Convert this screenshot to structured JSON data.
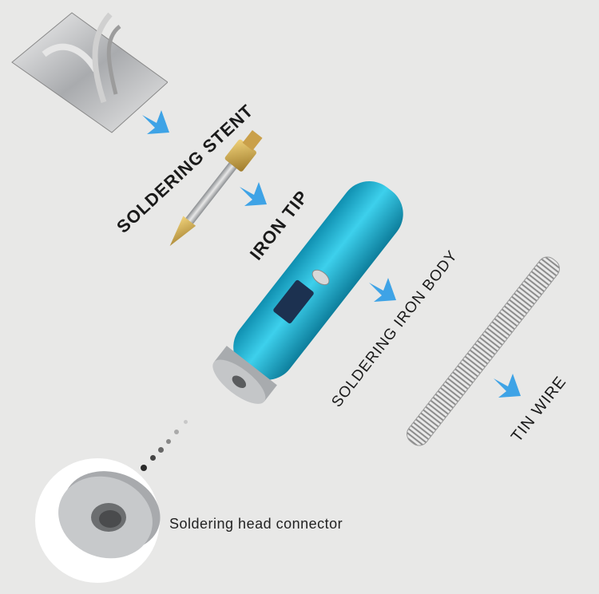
{
  "labels": {
    "soldering_stent": "SOLDERING STENT",
    "iron_tip": "IRON TIP",
    "soldering_iron_body": "SOLDERING IRON BODY",
    "tin_wire": "TIN WIRE",
    "connector_caption": "Soldering head connector"
  },
  "colors": {
    "background": "#e8e8e7",
    "arrow_blue": "#2b9be6",
    "body_teal": "#1fb3d2",
    "brass": "#c9a24a",
    "steel": "#b9bcc0"
  },
  "icons": {
    "arrow": "arrow-down-right-icon"
  }
}
